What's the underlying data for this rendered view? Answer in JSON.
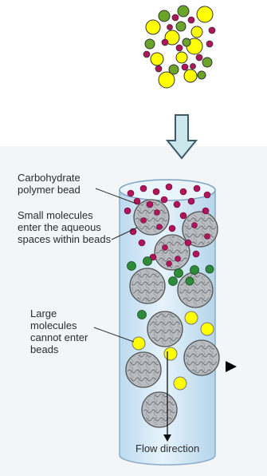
{
  "labels": {
    "carbohydrate_bead": "Carbohydrate polymer bead",
    "small_molecules": "Small molecules enter the aqueous spaces within beads",
    "large_molecules": "Large molecules cannot enter beads",
    "flow_direction": "Flow direction"
  },
  "colors": {
    "large_molecule": "#ffff00",
    "medium_molecule": "#6aa52a",
    "small_molecule": "#b0145a",
    "column_fill": "#d9ecf8",
    "bead_fill": "#b9bdc2",
    "arrow_fill": "#cde8ec",
    "arrow_stroke": "#3c5a6a"
  }
}
